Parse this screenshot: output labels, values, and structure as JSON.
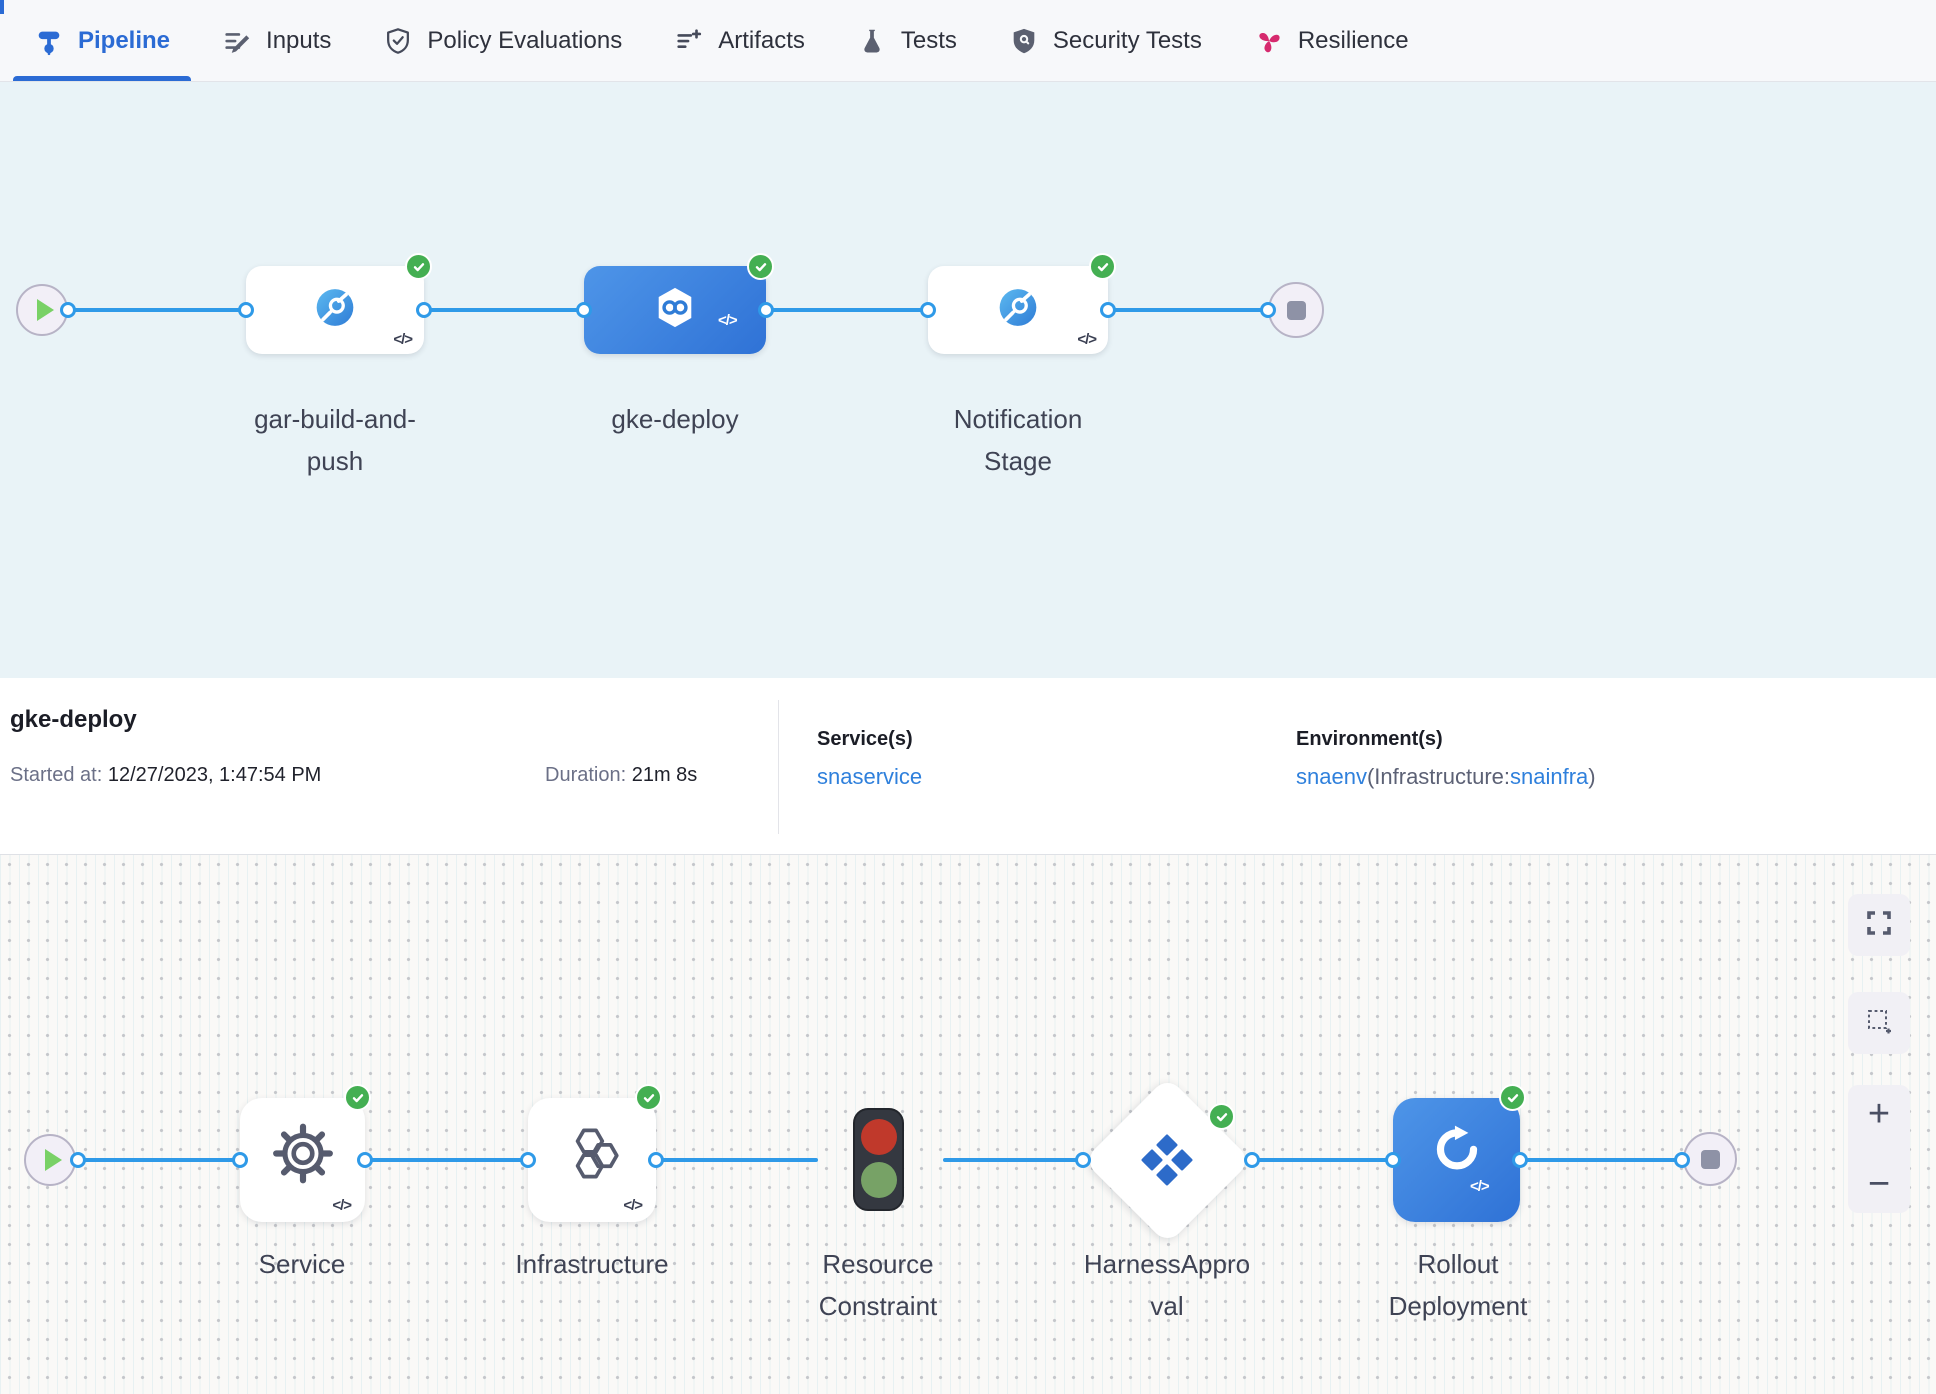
{
  "header": {
    "active_tab": "Pipeline",
    "tabs": [
      {
        "label": "Pipeline",
        "icon": "pipeline-icon"
      },
      {
        "label": "Inputs",
        "icon": "inputs-icon"
      },
      {
        "label": "Policy Evaluations",
        "icon": "policy-evaluations-icon"
      },
      {
        "label": "Artifacts",
        "icon": "artifacts-icon"
      },
      {
        "label": "Tests",
        "icon": "tests-icon"
      },
      {
        "label": "Security Tests",
        "icon": "security-tests-icon"
      },
      {
        "label": "Resilience",
        "icon": "resilience-icon"
      }
    ]
  },
  "stage_graph": {
    "code_glyph": "</>",
    "stages": [
      {
        "name": "gar-build-and-push",
        "status": "success",
        "selected": false,
        "icon": "ci-build-stage-icon"
      },
      {
        "name": "gke-deploy",
        "status": "success",
        "selected": true,
        "icon": "deploy-stage-icon"
      },
      {
        "name": "Notification Stage",
        "status": "success",
        "selected": false,
        "icon": "custom-stage-icon"
      }
    ]
  },
  "summary": {
    "title": "gke-deploy",
    "started_label": "Started at:",
    "started_value": "12/27/2023, 1:47:54 PM",
    "duration_label": "Duration:",
    "duration_value": "21m 8s",
    "services_label": "Service(s)",
    "service_name": "snaservice",
    "environments_label": "Environment(s)",
    "env_name": "snaenv",
    "env_infra_prefix": "(Infrastructure:",
    "env_infra_name": "snainfra",
    "env_suffix": ")"
  },
  "execution_graph": {
    "code_glyph": "</>",
    "steps": [
      {
        "name": "Service",
        "status": "success",
        "icon": "service-gear-icon"
      },
      {
        "name": "Infrastructure",
        "status": "success",
        "icon": "infrastructure-hexagons-icon"
      },
      {
        "name": "Resource Constraint",
        "status": "running-queue",
        "icon": "traffic-light-icon"
      },
      {
        "name": "HarnessApproval",
        "status": "success",
        "icon": "approval-diamonds-icon"
      },
      {
        "name": "Rollout Deployment",
        "status": "success",
        "icon": "rollout-deployment-icon"
      }
    ]
  },
  "controls": {
    "zoom_in": "+",
    "zoom_out": "−"
  },
  "colors": {
    "accent_blue": "#2b6bd4",
    "edge_blue": "#2f9ae8",
    "success_green": "#44af52",
    "link_blue": "#2f80dc",
    "resilience_pink": "#d62a6e",
    "stage_canvas_bg": "#e9f3f7"
  }
}
